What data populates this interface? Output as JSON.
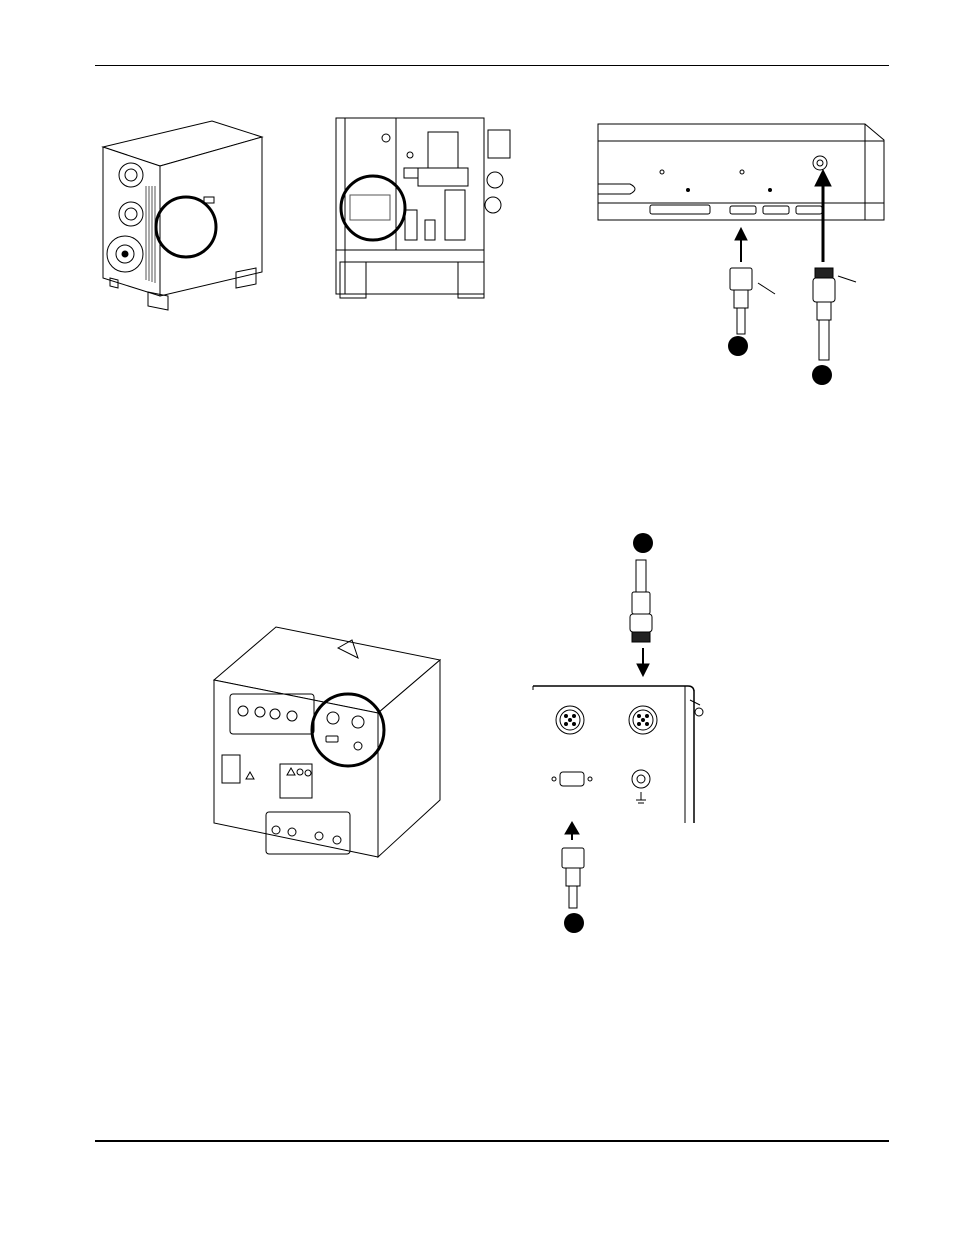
{
  "page": {
    "header_rule": true,
    "footer_rule": true
  },
  "figures": {
    "top_left": {
      "icon": "power-supply-rear-view-drawing",
      "highlight": "circle"
    },
    "top_middle": {
      "icon": "power-supply-interior-drawing",
      "highlight": "circle"
    },
    "top_right": {
      "icon": "connector-panel-detail-drawing",
      "callout_markers": 2
    },
    "bottom_left": {
      "icon": "gas-console-drawing",
      "highlight": "circle"
    },
    "bottom_right": {
      "icon": "gas-console-connector-detail-drawing",
      "callout_markers": 2
    }
  },
  "colors": {
    "ink": "#000000",
    "paper": "#ffffff",
    "shade": "#555555"
  }
}
